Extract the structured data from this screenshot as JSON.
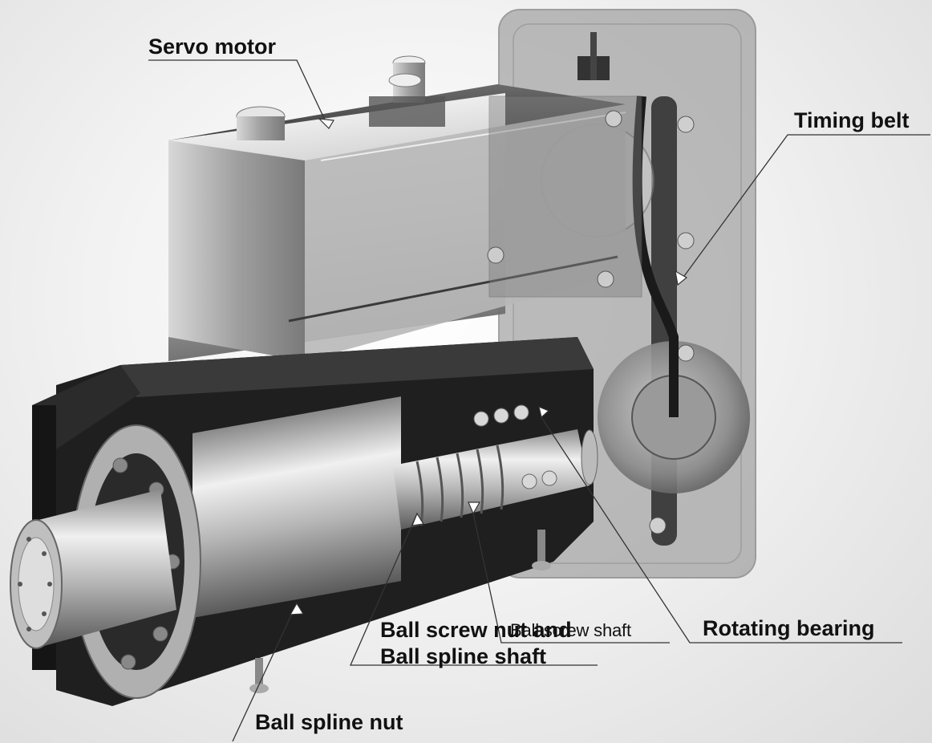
{
  "labels": {
    "servo_motor": "Servo motor",
    "timing_belt": "Timing belt",
    "ball_screw_shaft": "Ball screw shaft",
    "rotating_bearing": "Rotating bearing",
    "ball_screw_nut_line1": "Ball screw nut and",
    "ball_screw_nut_line2": "Ball spline shaft",
    "ball_spline_nut": "Ball spline nut"
  }
}
